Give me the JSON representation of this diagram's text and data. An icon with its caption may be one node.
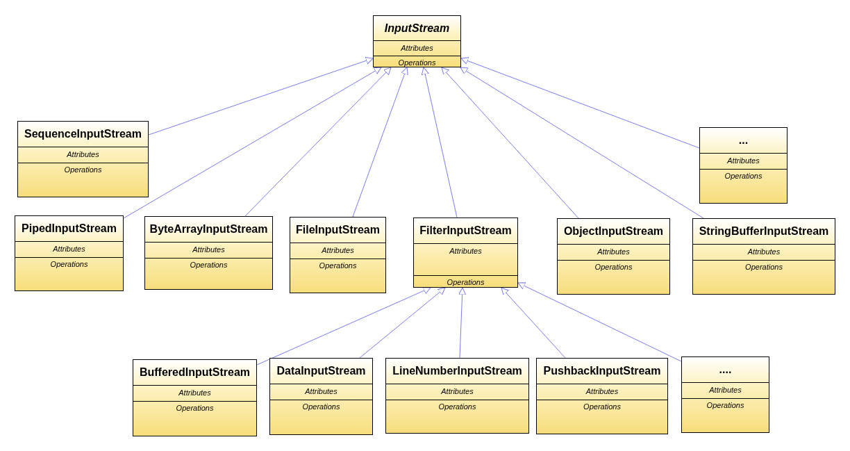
{
  "diagram": {
    "nodes": [
      {
        "text": [
          "InputStream",
          "Attributes",
          "Operations"
        ]
      },
      {
        "text": [
          "SequenceInputStream",
          "Attributes",
          "Operations"
        ]
      },
      {
        "text": [
          "...",
          "Attributes",
          "Operations"
        ]
      },
      {
        "text": [
          "PipedInputStream",
          "Attributes",
          "Operations"
        ]
      },
      {
        "text": [
          "ByteArrayInputStream",
          "Attributes",
          "Operations"
        ]
      },
      {
        "text": [
          "FileInputStream",
          "Attributes",
          "Operations"
        ]
      },
      {
        "text": [
          "FilterInputStream",
          "Attributes",
          "Operations"
        ]
      },
      {
        "text": [
          "ObjectInputStream",
          "Attributes",
          "Operations"
        ]
      },
      {
        "text": [
          "StringBufferInputStream",
          "Attributes",
          "Operations"
        ]
      },
      {
        "text": [
          "BufferedInputStream",
          "Attributes",
          "Operations"
        ]
      },
      {
        "text": [
          "DataInputStream",
          "Attributes",
          "Operations"
        ]
      },
      {
        "text": [
          "LineNumberInputStream",
          "Attributes",
          "Operations"
        ]
      },
      {
        "text": [
          "PushbackInputStream",
          "Attributes",
          "Operations"
        ]
      },
      {
        "text": [
          "....",
          "Attributes",
          "Operations"
        ]
      }
    ],
    "edges": [
      {
        "from": 1,
        "to": 0,
        "arrow": "to"
      },
      {
        "from": 3,
        "to": 0,
        "arrow": "to"
      },
      {
        "from": 4,
        "to": 0,
        "arrow": "to"
      },
      {
        "from": 5,
        "to": 0,
        "arrow": "to"
      },
      {
        "from": 6,
        "to": 0,
        "arrow": "to"
      },
      {
        "from": 7,
        "to": 0,
        "arrow": "to"
      },
      {
        "from": 8,
        "to": 0,
        "arrow": "to"
      },
      {
        "from": 2,
        "to": 0,
        "arrow": "to"
      },
      {
        "from": 9,
        "to": 6,
        "arrow": "to"
      },
      {
        "from": 10,
        "to": 6,
        "arrow": "to"
      },
      {
        "from": 11,
        "to": 6,
        "arrow": "to"
      },
      {
        "from": 12,
        "to": 6,
        "arrow": "to"
      },
      {
        "from": 13,
        "to": 6,
        "arrow": "to"
      }
    ]
  }
}
